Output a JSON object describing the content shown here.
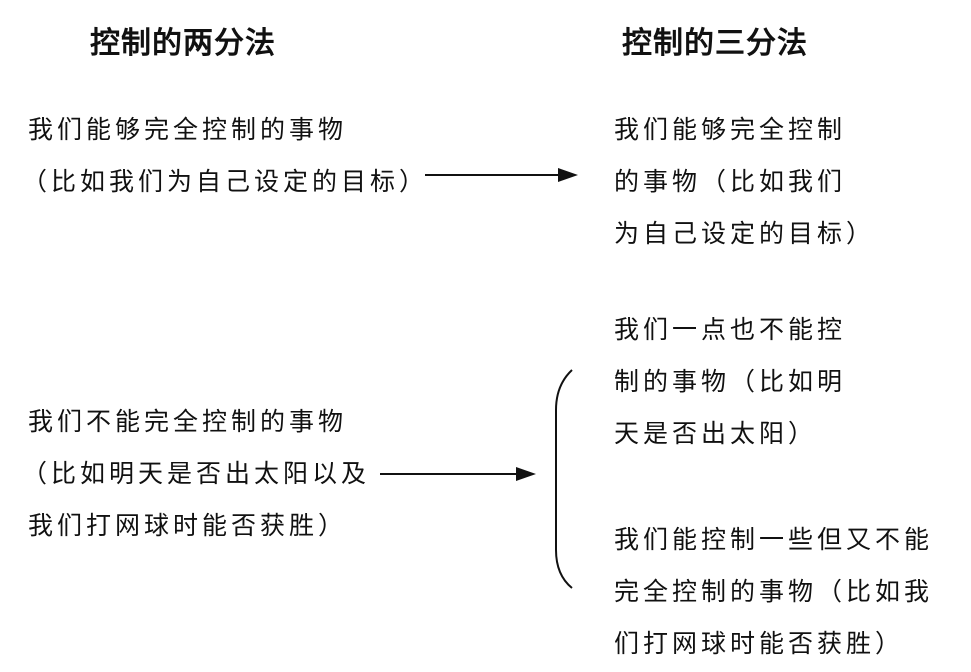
{
  "headings": {
    "left": "控制的两分法",
    "right": "控制的三分法"
  },
  "left": [
    {
      "lines": [
        "我们能够完全控制的事物",
        "（比如我们为自己设定的目标）"
      ]
    },
    {
      "lines": [
        "我们不能完全控制的事物",
        "（比如明天是否出太阳以及",
        "我们打网球时能否获胜）"
      ]
    }
  ],
  "right": [
    {
      "lines": [
        "我们能够完全控制",
        "的事物（比如我们",
        "为自己设定的目标）"
      ]
    },
    {
      "lines": [
        "我们一点也不能控",
        "制的事物（比如明",
        "天是否出太阳）"
      ]
    },
    {
      "lines": [
        "我们能控制一些但又不能",
        "完全控制的事物（比如我",
        "们打网球时能否获胜）"
      ]
    }
  ]
}
